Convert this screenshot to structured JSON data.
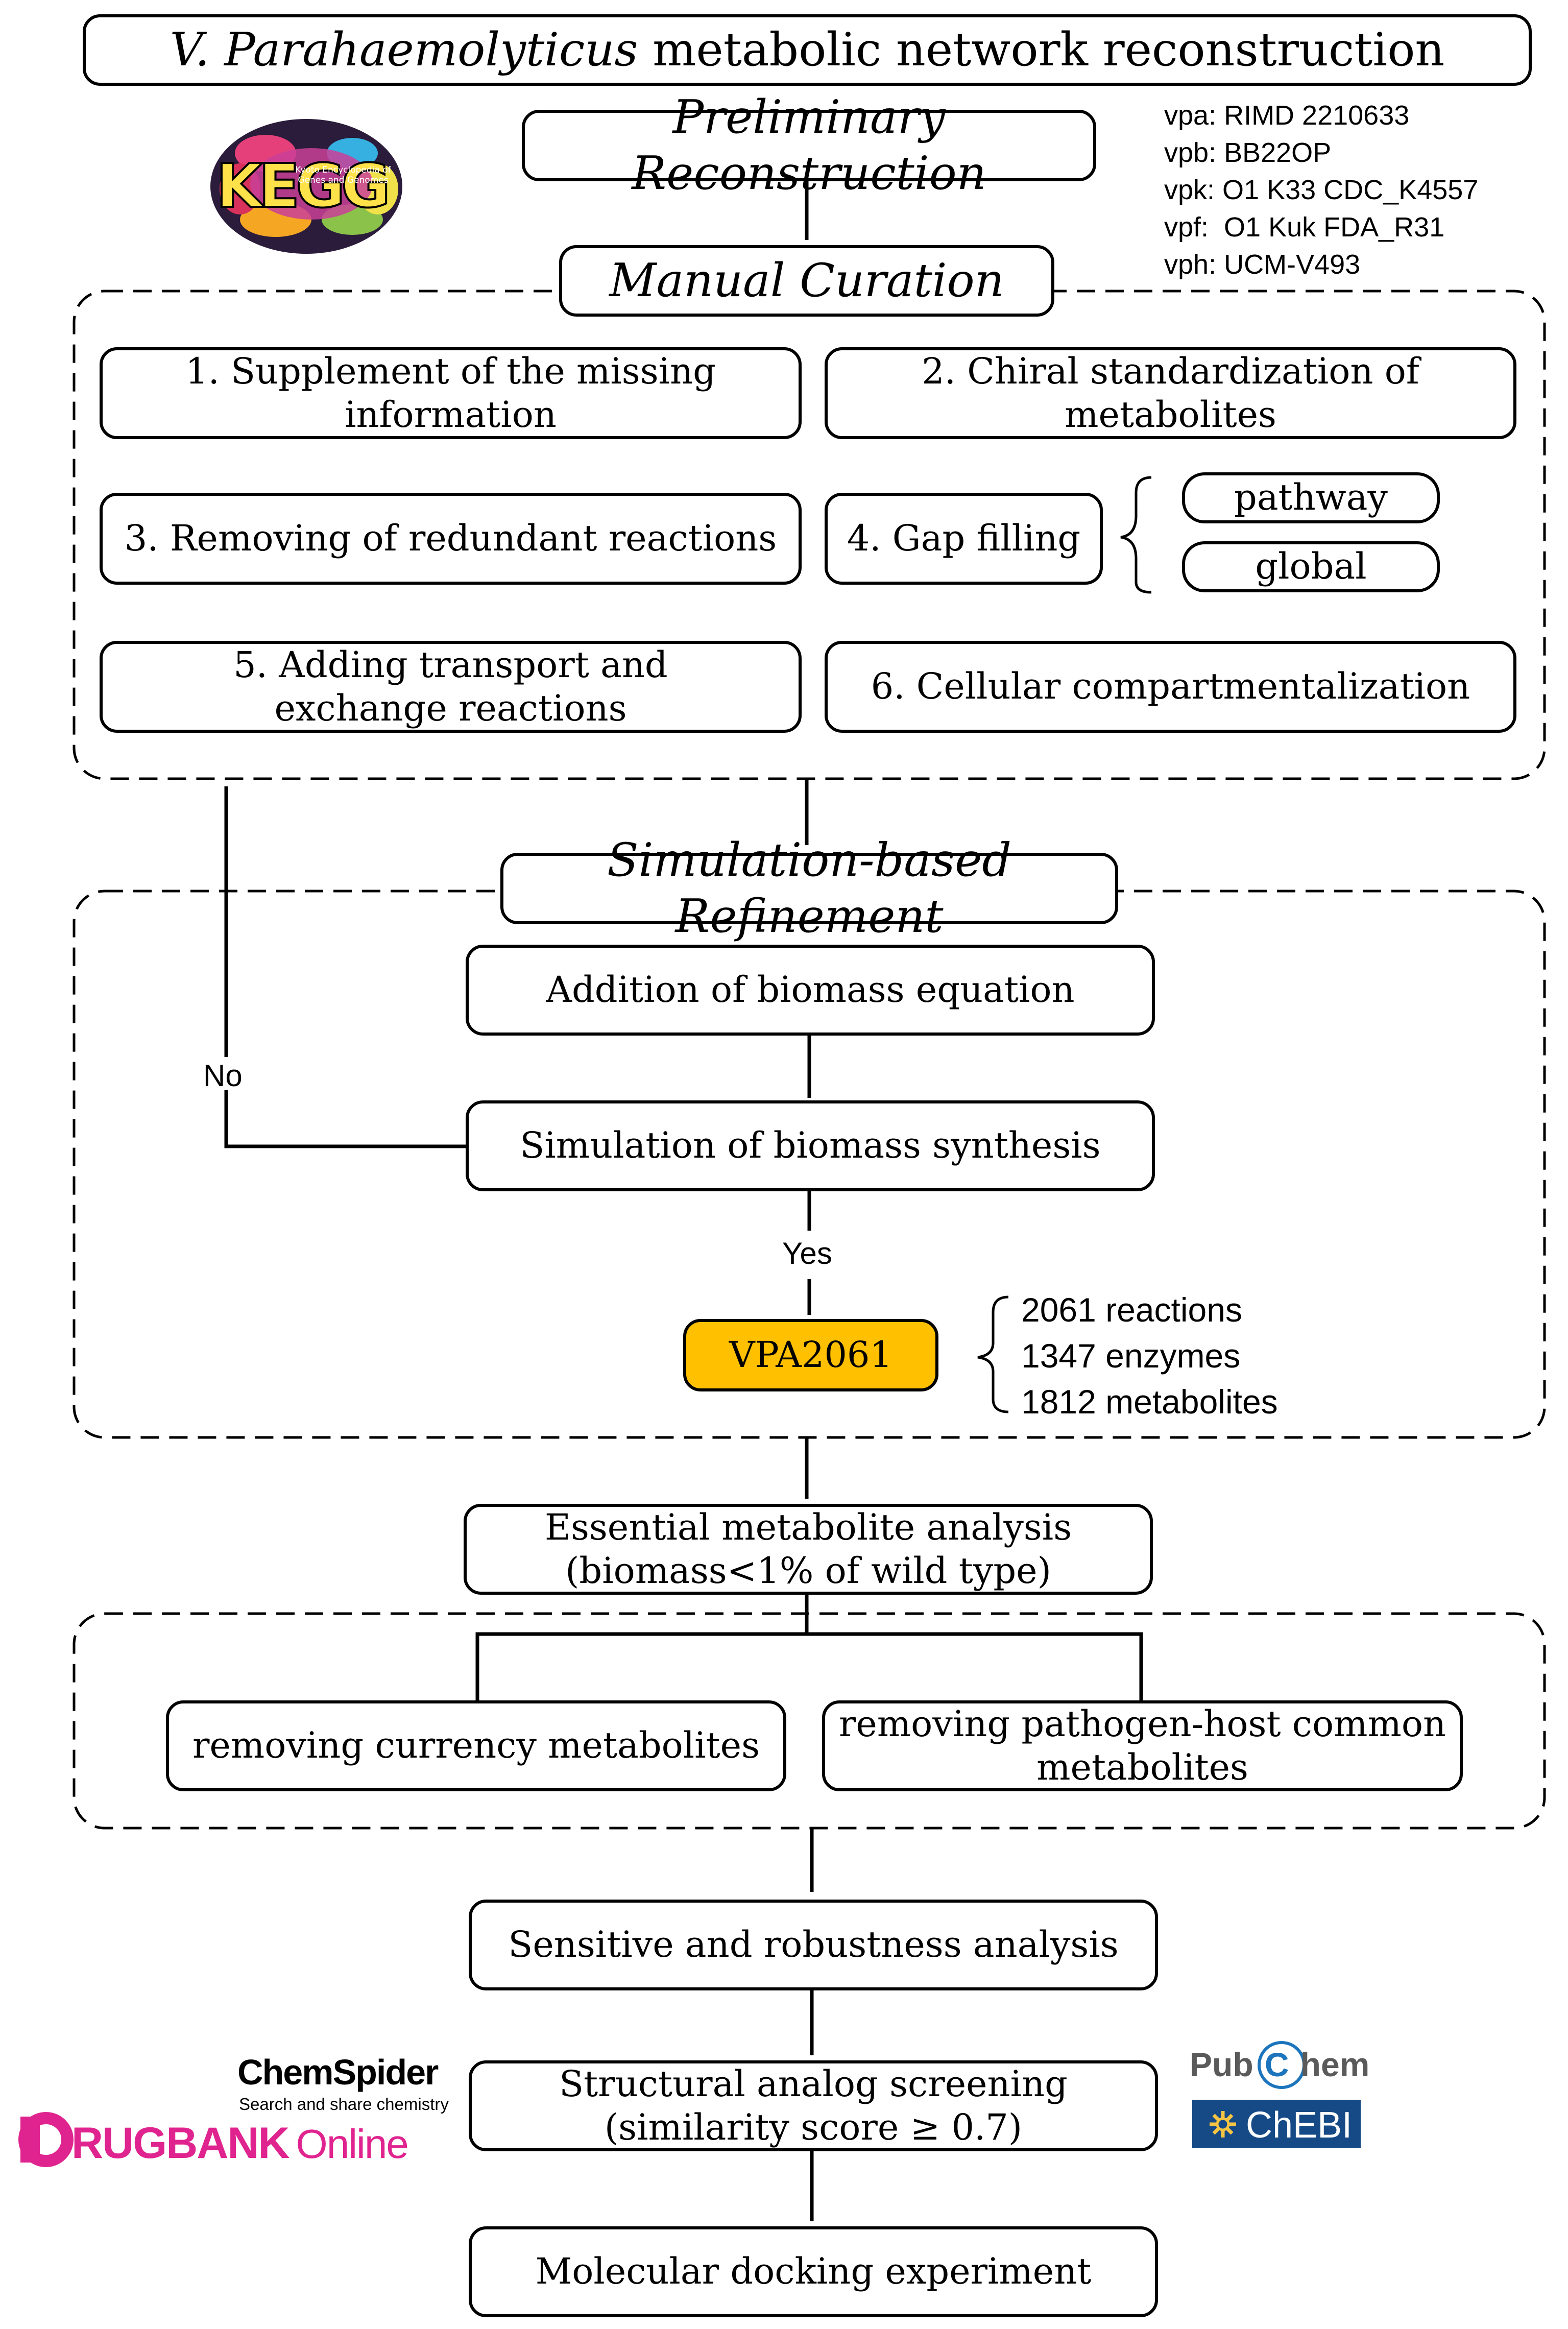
{
  "title": {
    "species": "V. Parahaemolyticus",
    "rest": " metabolic network reconstruction"
  },
  "preliminary": "Preliminary Reconstruction",
  "strains": [
    "vpa: RIMD 2210633",
    "vpb: BB22OP",
    "vpk: O1 K33 CDC_K4557",
    "vpf:  O1 Kuk FDA_R31",
    "vph: UCM-V493"
  ],
  "kegg_logo": {
    "big": "KEGG",
    "small_line1": "Kyoto Encyclopedia of",
    "small_line2": "Genes and Genomes"
  },
  "manual_curation": {
    "title": "Manual Curation",
    "steps": [
      "1. Supplement of the missing information",
      "2. Chiral standardization of metabolites",
      "3. Removing of redundant reactions",
      "4. Gap filling",
      "5. Adding transport and exchange reactions",
      "6. Cellular compartmentalization"
    ],
    "gap_options": [
      "pathway",
      "global"
    ]
  },
  "refinement": {
    "title": "Simulation-based Refinement",
    "biomass_equation": "Addition of biomass equation",
    "simulation": "Simulation of biomass synthesis",
    "no_label": "No",
    "yes_label": "Yes",
    "model_name": "VPA2061",
    "model_color": "#FFC000",
    "stats": [
      "2061 reactions",
      "1347 enzymes",
      "1812 metabolites"
    ]
  },
  "essential": {
    "line1": "Essential metabolite analysis",
    "line2": "(biomass<1% of wild type)"
  },
  "filters": {
    "left": "removing currency metabolites",
    "right_line1": "removing pathogen-host common",
    "right_line2": "metabolites"
  },
  "sensitive": "Sensitive and robustness analysis",
  "structural": {
    "line1": "Structural analog screening",
    "line2": "(similarity score ≥ 0.7)"
  },
  "docking": "Molecular docking experiment",
  "logos": {
    "chemspider": "ChemSpider",
    "chemspider_tagline": "Search and share chemistry",
    "drugbank": "RUGBANK",
    "drugbank_suffix": "Online",
    "drugbank_color": "#E0248F",
    "pubchem_pre": "Pub",
    "pubchem_c": "C",
    "pubchem_post": "hem",
    "chebi": "ChEBI",
    "chebi_color": "#164A86"
  }
}
